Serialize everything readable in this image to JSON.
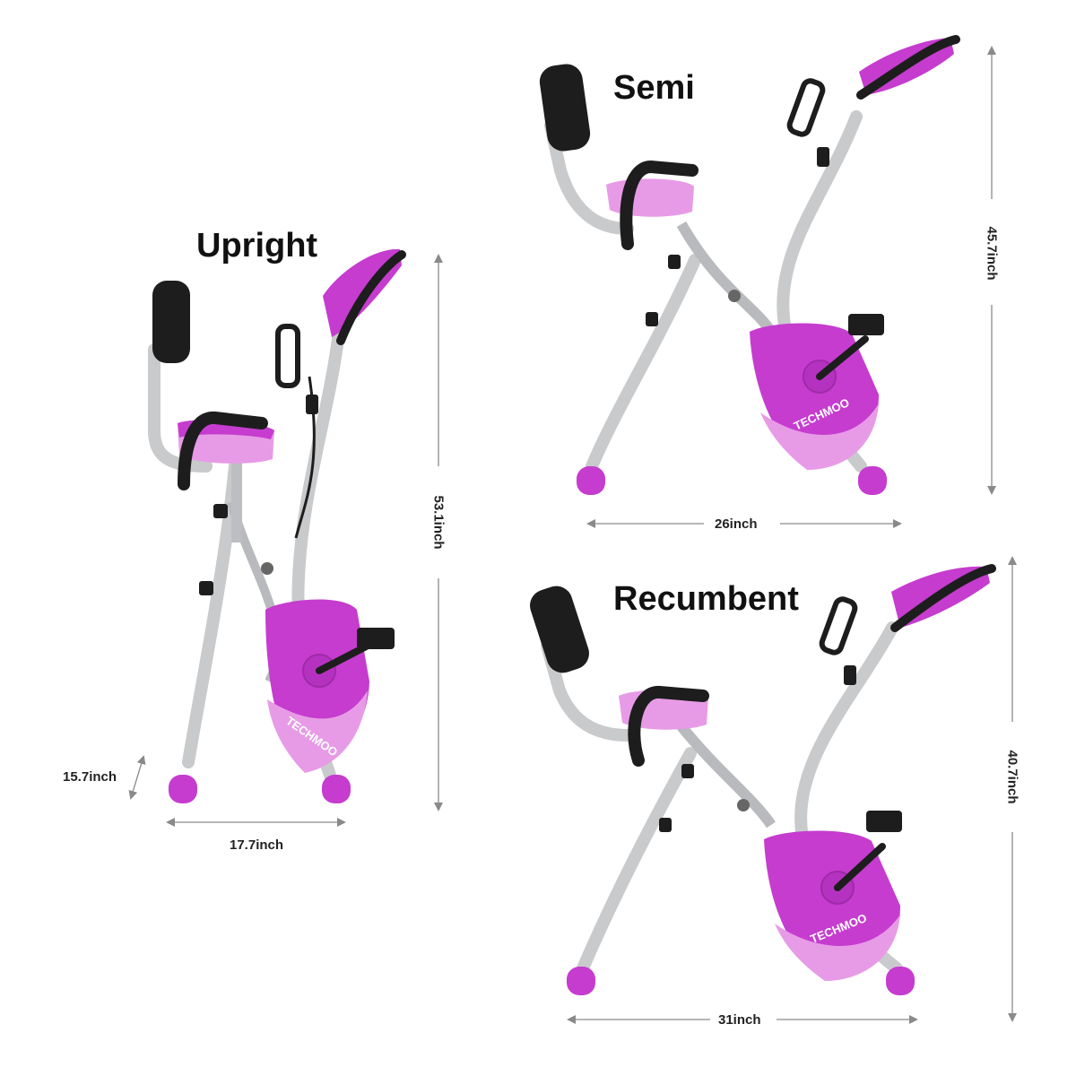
{
  "brand": "TECHMOO",
  "colors": {
    "frame": "#c9cacc",
    "accent_pink": "#c53ccf",
    "pink_light": "#e79be6",
    "black": "#1d1d1d",
    "arrow": "#8a8a8a"
  },
  "configs": [
    {
      "title": "Upright",
      "height": "53.1inch",
      "width": "17.7inch",
      "depth": "15.7inch"
    },
    {
      "title": "Semi",
      "height": "45.7inch",
      "width": "26inch"
    },
    {
      "title": "Recumbent",
      "height": "40.7inch",
      "width": "31inch"
    }
  ]
}
